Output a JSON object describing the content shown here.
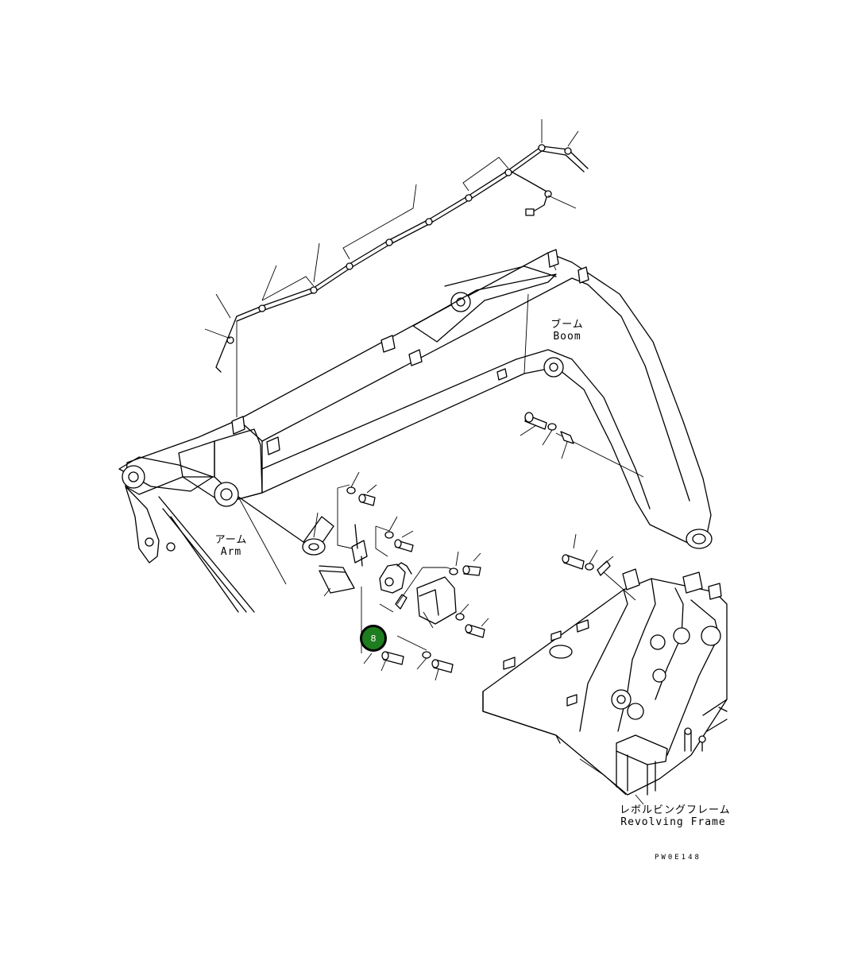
{
  "labels": {
    "boom_jp": "ブーム",
    "boom_en": "Boom",
    "arm_jp": "アーム",
    "arm_en": "Arm",
    "frame_jp": "レボルビングフレーム",
    "frame_en": "Revolving Frame"
  },
  "drawing_code": "PW0E148",
  "callout": {
    "number": "8",
    "color": "#1e7d1e"
  }
}
